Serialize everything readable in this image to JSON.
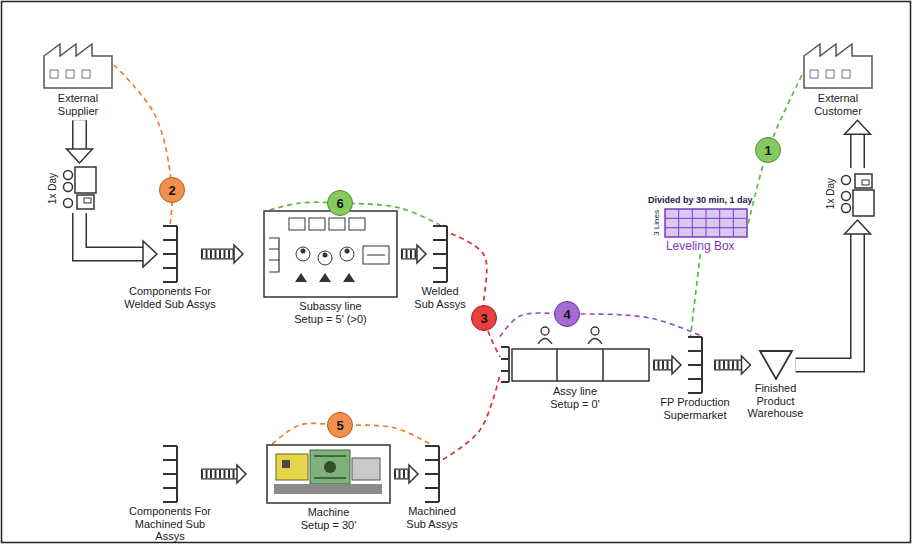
{
  "diagram": {
    "nodes": [
      {
        "text": [
          "External Supplier"
        ]
      },
      {
        "text": [
          "External Customer"
        ]
      },
      {
        "text": [
          "Divided by 30 min, 1 day",
          "3 Lines",
          "Leveling Box"
        ]
      },
      {
        "text": [
          "1x Day"
        ]
      },
      {
        "text": [
          "1x Day"
        ]
      },
      {
        "text": [
          "Components For Welded Sub Assys"
        ]
      },
      {
        "text": [
          "Subassy line",
          "Setup = 5' (>0)"
        ]
      },
      {
        "text": [
          "Welded Sub Assys"
        ]
      },
      {
        "text": [
          "Components For Machined Sub Assys"
        ]
      },
      {
        "text": [
          "Machine",
          "Setup = 30'"
        ]
      },
      {
        "text": [
          "Machined Sub Assys"
        ]
      },
      {
        "text": [
          "Assy line",
          "Setup = 0'"
        ]
      },
      {
        "text": [
          "FP Production Supermarket"
        ]
      },
      {
        "text": [
          "Finished Product Warehouse"
        ]
      }
    ],
    "edges": [
      {
        "from": 0,
        "to": 3,
        "arrow": "to"
      },
      {
        "from": 3,
        "to": 5,
        "arrow": "to"
      },
      {
        "from": 5,
        "to": 6,
        "arrow": "to"
      },
      {
        "from": 6,
        "to": 7,
        "arrow": "to"
      },
      {
        "from": 8,
        "to": 9,
        "arrow": "to"
      },
      {
        "from": 9,
        "to": 10,
        "arrow": "to"
      },
      {
        "from": 11,
        "to": 12,
        "arrow": "to"
      },
      {
        "from": 12,
        "to": 13,
        "arrow": "to"
      },
      {
        "from": 13,
        "to": 4,
        "arrow": "to"
      },
      {
        "from": 4,
        "to": 1,
        "arrow": "to"
      },
      {
        "from": 2,
        "to": 1,
        "arrow": "none"
      },
      {
        "from": 2,
        "to": 12,
        "arrow": "none"
      },
      {
        "from": 0,
        "to": 5,
        "arrow": "none"
      },
      {
        "from": 7,
        "to": 11,
        "arrow": "none"
      },
      {
        "from": 10,
        "to": 11,
        "arrow": "none"
      },
      {
        "from": 11,
        "to": 12,
        "arrow": "none"
      },
      {
        "from": 9,
        "to": 10,
        "arrow": "none"
      },
      {
        "from": 6,
        "to": 7,
        "arrow": "none"
      }
    ],
    "labels": [
      "1",
      "2",
      "3",
      "4",
      "5",
      "6"
    ]
  }
}
